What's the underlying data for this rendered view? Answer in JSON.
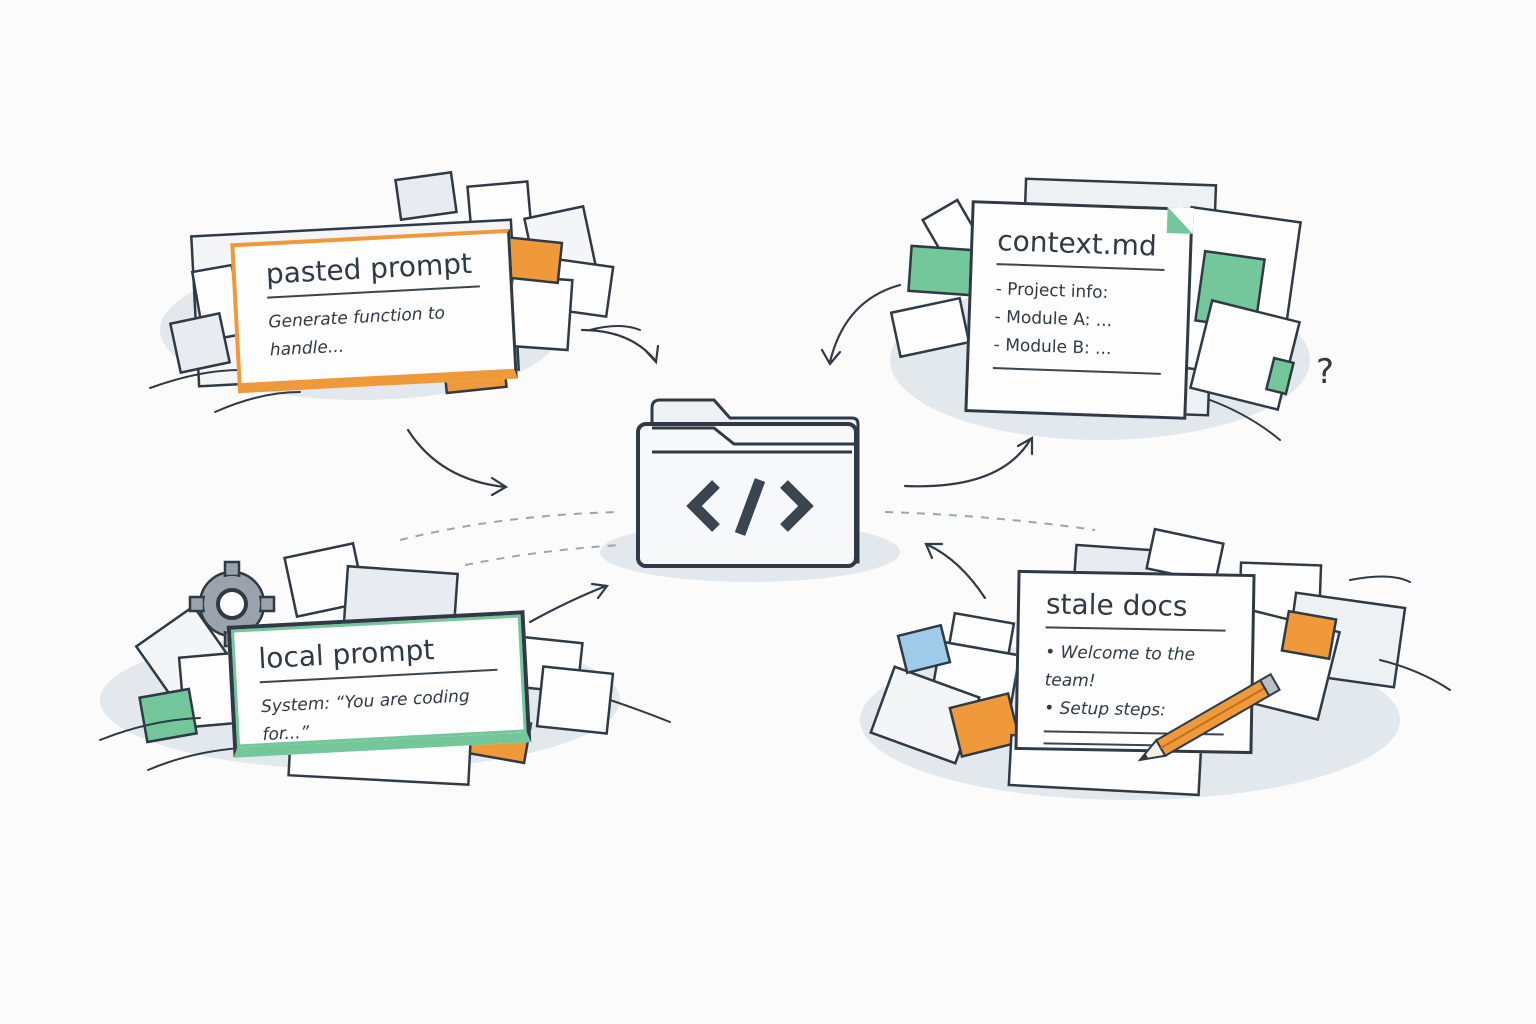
{
  "diagram": {
    "center": {
      "label": "code-folder",
      "glyph": "</>"
    },
    "cards": [
      {
        "id": "pasted",
        "title": "pasted prompt",
        "lines": [
          "Generate function to",
          "handle..."
        ],
        "accent": "#f0993a"
      },
      {
        "id": "context",
        "title": "context.md",
        "lines": [
          "- Project info:",
          "-  Module A: ...",
          "-  Module B: ..."
        ],
        "accent": "#74c79a"
      },
      {
        "id": "local",
        "title": "local prompt",
        "lines": [
          "System: “You are coding for...”"
        ],
        "accent": "#74c79a"
      },
      {
        "id": "stale",
        "title": "stale docs",
        "lines": [
          "• Welcome to the team!",
          "• Setup steps:"
        ],
        "accent": "#f0993a"
      }
    ],
    "question_mark": "?",
    "colors": {
      "ink": "#2f3a45",
      "orange": "#f0993a",
      "green": "#74c79a",
      "blue": "#9ecbe9",
      "paper": "#f3f5f7",
      "shadow": "#dfe5eb"
    }
  }
}
